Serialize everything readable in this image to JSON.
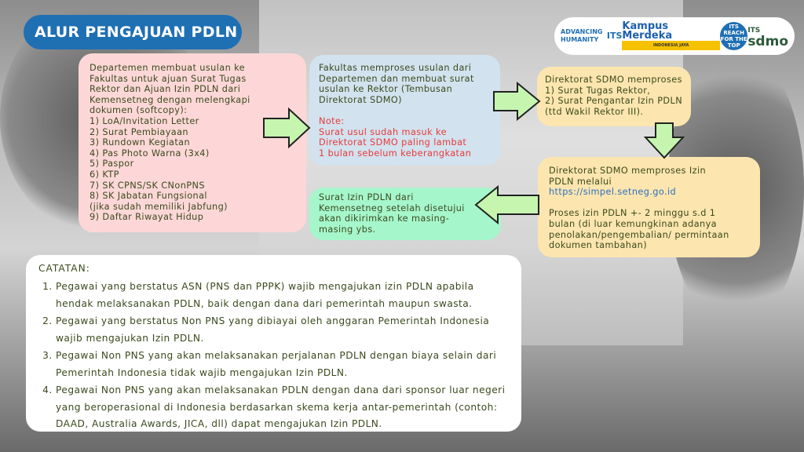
{
  "title": "ALUR PENGAJUAN PDLN",
  "logos": {
    "advancing": "ADVANCING HUMANITY",
    "its": "ITS",
    "kampus": "Kampus Merdeka",
    "kampus_sub": "INDONESIA JAYA",
    "reach": "ITS REACH FOR THE TOP",
    "sdmo_its": "ITS",
    "sdmo": "sdmo"
  },
  "steps": {
    "step1": "Departemen membuat usulan ke\nFakultas untuk ajuan Surat Tugas\nRektor dan Ajuan Izin PDLN dari\nKemensetneg dengan melengkapi\ndokumen (softcopy):\n1) LoA/Invitation Letter\n2) Surat Pembiayaan\n3) Rundown Kegiatan\n4) Pas Photo Warna (3x4)\n5) Paspor\n6) KTP\n7) SK CPNS/SK CNonPNS\n8) SK Jabatan Fungsional\n(jika sudah memiliki Jabfung)\n9) Daftar Riwayat Hidup",
    "step2": "Fakultas memproses usulan dari\nDepartemen dan membuat surat\nusulan ke Rektor (Tembusan\nDirektorat SDMO)",
    "step2_note_label": "Note:",
    "step2_note": "Surat usul sudah masuk ke\nDirektorat SDMO paling lambat\n1 bulan sebelum keberangkatan",
    "step3": "Direktorat SDMO memproses\n1) Surat Tugas Rektor,\n2) Surat Pengantar Izin PDLN\n(ttd Wakil Rektor III).",
    "step4": "Direktorat SDMO memproses Izin\nPDLN melalui",
    "step4_link": "https://simpel.setneg.go.id",
    "step4_more": "Proses izin PDLN +- 2 minggu s.d 1\nbulan (di luar kemungkinan adanya\npenolakan/pengembalian/ permintaan\ndokumen tambahan)",
    "step5": "Surat Izin PDLN dari\nKemensetneg setelah disetujui\nakan dikirimkan ke masing-\nmasing ybs."
  },
  "notes": {
    "heading": "CATATAN:",
    "items": [
      "Pegawai yang berstatus ASN (PNS dan PPPK) wajib mengajukan izin PDLN apabila hendak melaksanakan PDLN, baik dengan dana dari pemerintah maupun swasta.",
      "Pegawai yang berstatus Non PNS yang dibiayai oleh anggaran Pemerintah Indonesia wajib mengajukan Izin PDLN.",
      "Pegawai Non PNS yang akan melaksanakan perjalanan PDLN dengan biaya selain dari Pemerintah Indonesia tidak wajib mengajukan Izin PDLN.",
      "Pegawai Non PNS yang akan melaksanakan PDLN dengan dana dari sponsor luar negeri yang beroperasional di Indonesia berdasarkan skema kerja antar-pemerintah (contoh: DAAD, Australia Awards, JICA, dll) dapat mengajukan Izin PDLN."
    ]
  },
  "colors": {
    "title_bg": "#1f6fb3",
    "arrow": "#c6f5b0",
    "pink": "#fdd7d7",
    "blue": "#d2e2ee",
    "yellow": "#fce5ae",
    "green": "#a6f6cc"
  }
}
